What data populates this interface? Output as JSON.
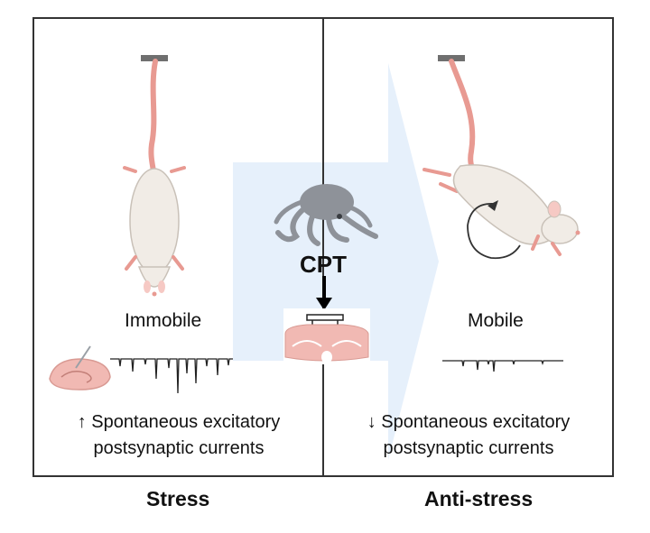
{
  "left_panel": {
    "state_label": "Immobile",
    "current_line1": "↑ Spontaneous excitatory",
    "current_line2": "postsynaptic currents",
    "title": "Stress"
  },
  "center": {
    "treatment_label": "CPT"
  },
  "right_panel": {
    "state_label": "Mobile",
    "current_line1": "↓ Spontaneous excitatory",
    "current_line2": "postsynaptic currents",
    "title": "Anti-stress"
  },
  "colors": {
    "panel_border": "#333333",
    "arrow_fill": "#e6f0fb",
    "tail": "#e89a92",
    "mouse_body": "#f1ece6",
    "mouse_outline": "#c9c1b8",
    "octopus": "#8e9299",
    "brain_slice": "#f1b9b3",
    "trace": "#222222"
  }
}
